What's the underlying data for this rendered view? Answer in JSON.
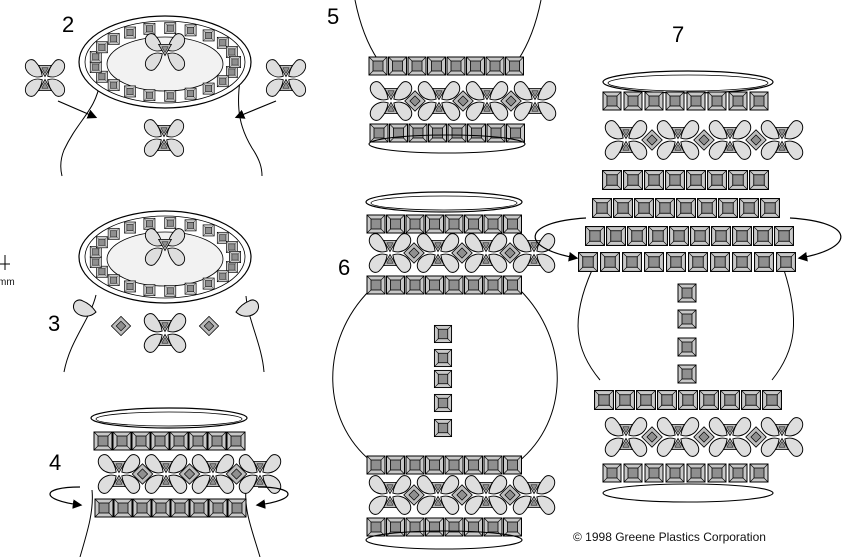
{
  "steps": [
    {
      "id": "step-2",
      "number": "2"
    },
    {
      "id": "step-3",
      "number": "3"
    },
    {
      "id": "step-4",
      "number": "4"
    },
    {
      "id": "step-5",
      "number": "5"
    },
    {
      "id": "step-6",
      "number": "6"
    },
    {
      "id": "step-7",
      "number": "7"
    }
  ],
  "copyright": "© 1998 Greene Plastics Corporation",
  "unit_label": "mm",
  "colors": {
    "line": "#000000",
    "bead_outer": "#c8c8c8",
    "bead_inner": "#8f8f8f",
    "bead_rim_shade": "#a0a0a0",
    "petal": "#dedede",
    "background": "#ffffff"
  }
}
